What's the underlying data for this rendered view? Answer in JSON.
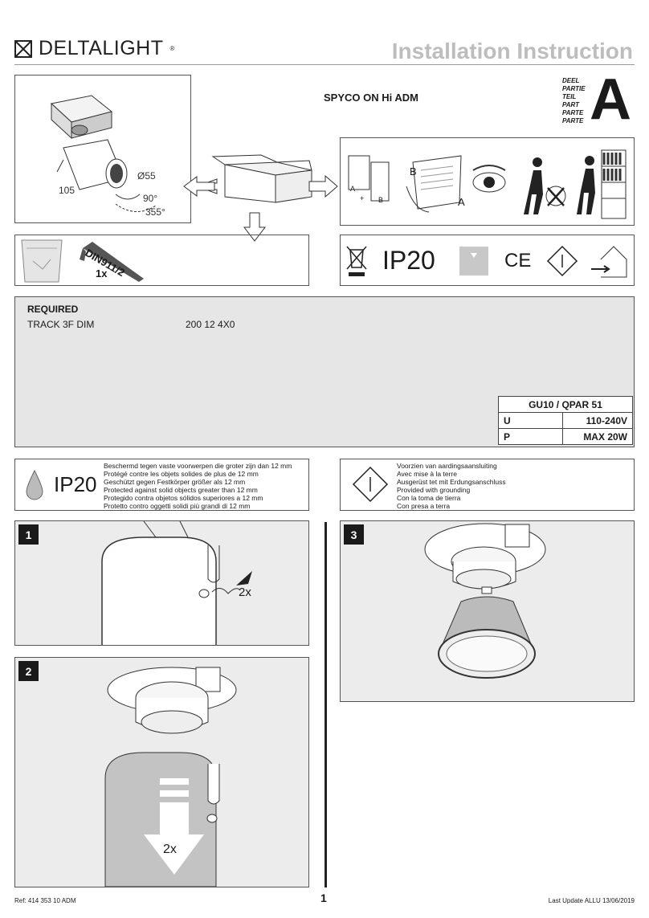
{
  "header": {
    "brand": "DELTALIGHT",
    "brand_mark": "®",
    "title": "Installation Instruction"
  },
  "product": {
    "name": "SPYCO ON Hi ADM",
    "part_words": [
      "DEEL",
      "PARTIE",
      "TEIL",
      "PART",
      "PARTE",
      "PARTE"
    ],
    "part_letter": "A"
  },
  "overview": {
    "dim_diameter": "Ø55",
    "dim_length": "105",
    "tilt": "90°",
    "rotate": "355°"
  },
  "contents": {
    "tool": "DIN911/2",
    "qty": "1x"
  },
  "steps_intro": {
    "label_a": "A",
    "label_b": "B",
    "plus": "+",
    "doc_a": "A",
    "doc_b": "B"
  },
  "certs": {
    "ip_rating": "IP20"
  },
  "required": {
    "heading": "REQUIRED",
    "items": [
      {
        "name": "TRACK 3F DIM",
        "code": "200 12 4X0"
      }
    ]
  },
  "spec_table": {
    "header": "GU10 / QPAR 51",
    "rows": [
      {
        "key": "U",
        "value": "110-240V"
      },
      {
        "key": "P",
        "value": "MAX 20W"
      }
    ]
  },
  "ip_note": {
    "rating": "IP20",
    "lines": [
      "Beschermd tegen vaste voorwerpen die groter zijn dan 12 mm",
      "Protégé contre les objets solides de plus de 12 mm",
      "Geschützt gegen Festkörper größer als 12 mm",
      "Protected against solid objects greater than 12 mm",
      "Protegido contra objetos sólidos superiores a 12 mm",
      "Protetto contro oggetti solidi più grandi di 12 mm"
    ]
  },
  "ground_note": {
    "lines": [
      "Voorzien van aardingsaansluiting",
      "Avec mise à la terre",
      "Ausgerüst tet mit Erdungsanschluss",
      "Provided with grounding",
      "Con la toma de tierra",
      "Con presa a terra"
    ]
  },
  "steps": [
    {
      "num": "1",
      "label": "2x"
    },
    {
      "num": "2",
      "label": "2x"
    },
    {
      "num": "3",
      "label": ""
    }
  ],
  "footer": {
    "ref": "Ref: 414 353 10 ADM",
    "page": "1",
    "updated": "Last Update ALLU 13/06/2019"
  }
}
